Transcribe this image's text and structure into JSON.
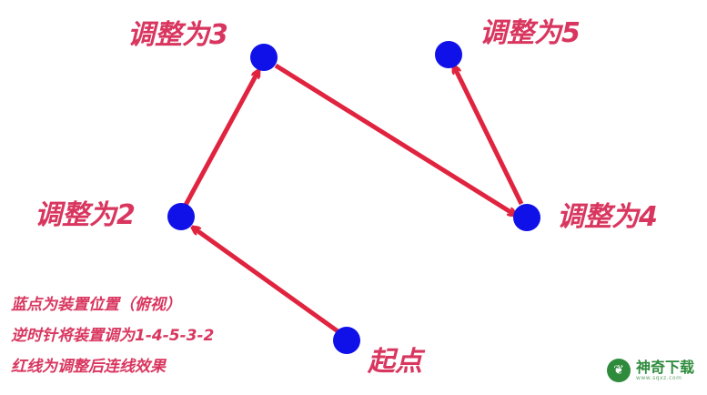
{
  "nodes": {
    "start": "起点",
    "step2": "调整为2",
    "step3": "调整为3",
    "step4": "调整为4",
    "step5": "调整为5"
  },
  "notes": [
    "蓝点为装置位置（俯视）",
    "逆时针将装置调为1-4-5-3-2",
    "红线为调整后连线效果"
  ],
  "watermark": {
    "name": "神奇下载",
    "url": "www.sqxz.com"
  },
  "colors": {
    "node": "#1010e8",
    "arrow": "#e0243f",
    "label": "#d9365f",
    "watermark": "#2e8b3c"
  }
}
